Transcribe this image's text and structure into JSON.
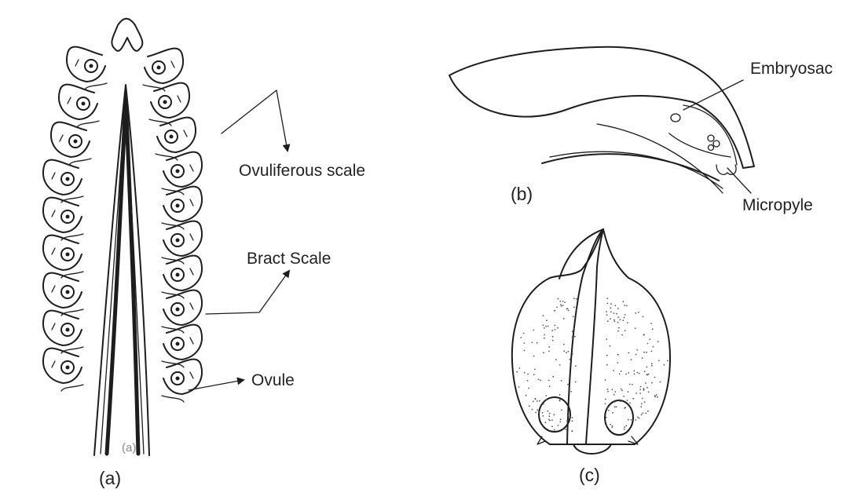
{
  "colors": {
    "ink": "#1d1d1d",
    "text": "#222222",
    "background": "#ffffff"
  },
  "panel_a": {
    "caption": "(a)",
    "inner_mark": "(a)",
    "labels": {
      "ovuliferous_scale": "Ovuliferous scale",
      "bract_scale": "Bract Scale",
      "ovule": "Ovule"
    }
  },
  "panel_b": {
    "caption": "(b)",
    "labels": {
      "embryosac": "Embryosac",
      "micropyle": "Micropyle"
    }
  },
  "panel_c": {
    "caption": "(c)"
  }
}
